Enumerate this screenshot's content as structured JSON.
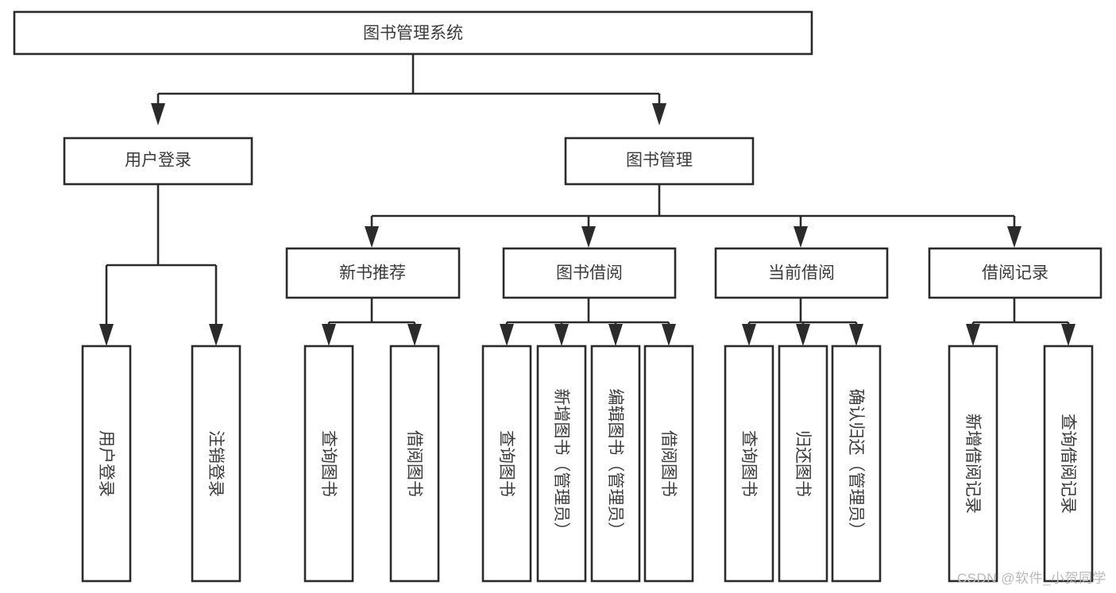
{
  "diagram": {
    "title": "图书管理系统",
    "type": "tree",
    "watermark": "CSDN @软件_小贺同学",
    "colors": {
      "stroke": "#2b2b2b",
      "box_fill": "#ffffff",
      "text": "#3b3b3b",
      "watermark": "#b9b9b9",
      "background": "#ffffff"
    },
    "root": {
      "label": "图书管理系统",
      "orientation": "horizontal"
    },
    "level1": [
      {
        "label": "用户登录",
        "orientation": "horizontal"
      },
      {
        "label": "图书管理",
        "orientation": "horizontal"
      }
    ],
    "level2": [
      {
        "label": "新书推荐",
        "orientation": "horizontal"
      },
      {
        "label": "图书借阅",
        "orientation": "horizontal"
      },
      {
        "label": "当前借阅",
        "orientation": "horizontal"
      },
      {
        "label": "借阅记录",
        "orientation": "horizontal"
      }
    ],
    "leaves": {
      "user_login": [
        {
          "label": "用户登录",
          "orientation": "vertical"
        },
        {
          "label": "注销登录",
          "orientation": "vertical"
        }
      ],
      "new_book_recommend": [
        {
          "label": "查询图书",
          "orientation": "vertical"
        },
        {
          "label": "借阅图书",
          "orientation": "vertical"
        }
      ],
      "book_borrow": [
        {
          "label": "查询图书",
          "orientation": "vertical"
        },
        {
          "label": "新增图书（管理员）",
          "orientation": "vertical"
        },
        {
          "label": "编辑图书（管理员）",
          "orientation": "vertical"
        },
        {
          "label": "借阅图书",
          "orientation": "vertical"
        }
      ],
      "current_borrow": [
        {
          "label": "查询图书",
          "orientation": "vertical"
        },
        {
          "label": "归还图书",
          "orientation": "vertical"
        },
        {
          "label": "确认归还（管理员）",
          "orientation": "vertical"
        }
      ],
      "borrow_record": [
        {
          "label": "新增借阅记录",
          "orientation": "vertical"
        },
        {
          "label": "查询借阅记录",
          "orientation": "vertical"
        }
      ]
    }
  }
}
